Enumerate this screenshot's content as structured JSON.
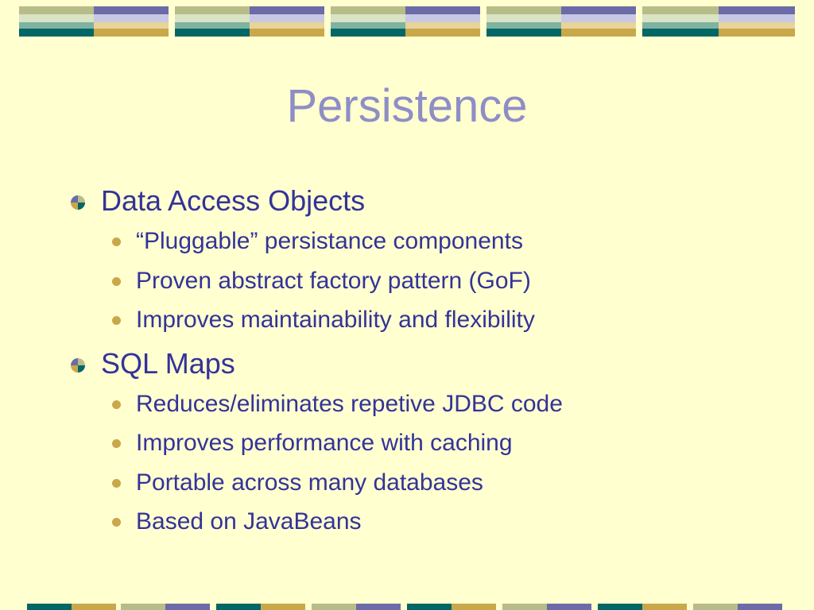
{
  "slide": {
    "title": "Persistence",
    "sections": [
      {
        "heading": "Data Access Objects",
        "bullets": [
          "“Pluggable” persistance components",
          "Proven abstract factory pattern (GoF)",
          "Improves maintainability and flexibility"
        ]
      },
      {
        "heading": "SQL Maps",
        "bullets": [
          "Reduces/eliminates repetive JDBC code",
          "Improves performance with caching",
          "Portable across many databases",
          "Based on JavaBeans"
        ]
      }
    ]
  },
  "theme": {
    "background": "#FFFFD0",
    "title_color": "#8E8EC6",
    "text_color": "#333399",
    "accent_teal": "#006666",
    "accent_gold": "#C8A84A",
    "accent_purple": "#6B6BA8",
    "accent_sage": "#B8BC88"
  }
}
